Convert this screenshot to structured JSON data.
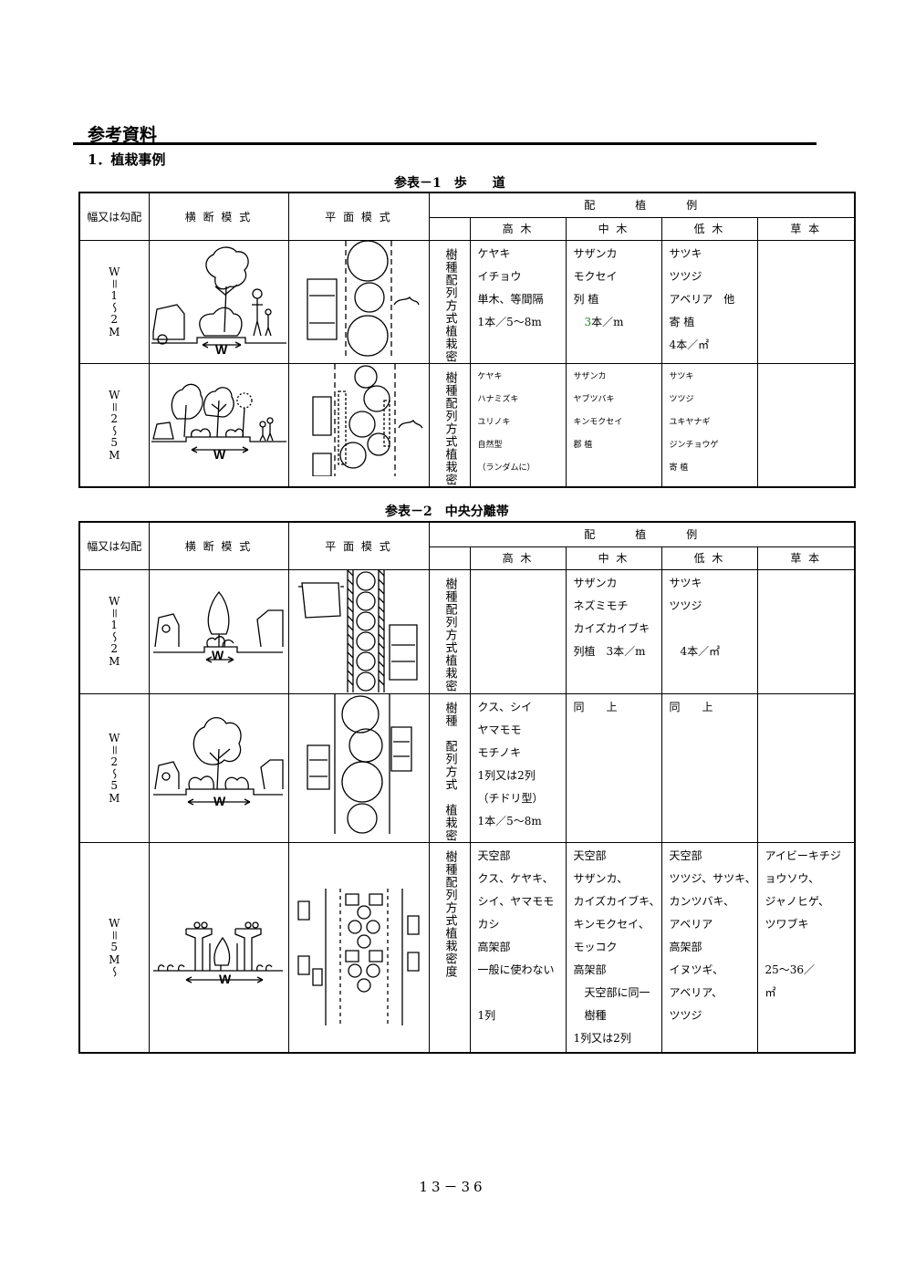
{
  "heading": "参考資料",
  "subheading": "1．植栽事例",
  "table1": {
    "caption": "参表－1　歩　　道",
    "headers": {
      "width": "幅又は勾配",
      "cross": "横 断 模 式",
      "plan": "平 面 模 式",
      "haisho": "配　　　植　　　例",
      "tall": "高 木",
      "mid": "中 木",
      "low": "低 木",
      "grass": "草 本"
    },
    "rows": [
      {
        "width": "W＝1～2M",
        "label": "樹種配列方式植栽密",
        "tall": [
          "ケヤキ",
          "イチョウ",
          "単木、等間隔",
          "1本／5～8m"
        ],
        "mid": [
          "サザンカ",
          "モクセイ",
          "列 植",
          "3",
          "本／m"
        ],
        "low": [
          "サツキ",
          "ツツジ",
          "アベリア　他",
          "寄 植",
          "4本／㎡"
        ],
        "grass": []
      },
      {
        "width": "W＝2～5M",
        "label": "樹種配列方式植栽密",
        "tall": [
          "ケヤキ",
          "ハナミズキ",
          "ユリノキ",
          "自然型",
          "（ランダムに）"
        ],
        "mid": [
          "サザンカ",
          "ヤブツバキ",
          "キンモクセイ",
          "郡 植"
        ],
        "low": [
          "サツキ",
          "ツツジ",
          "ユキヤナギ",
          "ジンチョウゲ",
          "寄 植"
        ],
        "grass": []
      }
    ]
  },
  "table2": {
    "caption": "参表－2　中央分離帯",
    "headers": {
      "width": "幅又は勾配",
      "cross": "横 断 模 式",
      "plan": "平 面 模 式",
      "haisho": "配　　　植　　　例",
      "tall": "高 木",
      "mid": "中 木",
      "low": "低 木",
      "grass": "草 本"
    },
    "rows": [
      {
        "width": "W＝1～2M",
        "label": "樹種配列方式植栽密",
        "tall": [],
        "mid": [
          "サザンカ",
          "ネズミモチ",
          "カイズカイブキ",
          "列植　3本／m"
        ],
        "low": [
          "サツキ",
          "ツツジ",
          "",
          "　4本／㎡"
        ],
        "grass": []
      },
      {
        "width": "W＝2～5M",
        "label": "樹種　配列方式　植栽密",
        "tall": [
          "クス、シイ",
          "ヤマモモ",
          "モチノキ",
          "1列又は2列",
          "（チドリ型）",
          "1本／5～8m"
        ],
        "mid": [
          "同　　上"
        ],
        "low": [
          "同　　上"
        ],
        "grass": []
      },
      {
        "width": "W＝5M～",
        "label": "樹種配列方式植栽密度",
        "tall": [
          "天空部",
          "クス、ケヤキ、",
          "シイ、ヤマモモ",
          "カシ",
          "高架部",
          "一般に使わない",
          "",
          "1列"
        ],
        "mid": [
          "天空部",
          "サザンカ、",
          "カイズカイブキ、",
          "キンモクセイ、",
          "モッコク",
          "高架部",
          "　天空部に同一",
          "　樹種",
          "1列又は2列"
        ],
        "low": [
          "天空部",
          "ツツジ、サツキ、",
          "カンツバキ、",
          "アベリア",
          "高架部",
          "イヌツギ、",
          "アベリア、",
          "ツツジ"
        ],
        "grass": [
          "アイビーキチジ",
          "ョウソウ、",
          "ジャノヒゲ、",
          "ツワブキ",
          "",
          "25～36／",
          "㎡"
        ]
      }
    ]
  },
  "page_number": "13－36"
}
